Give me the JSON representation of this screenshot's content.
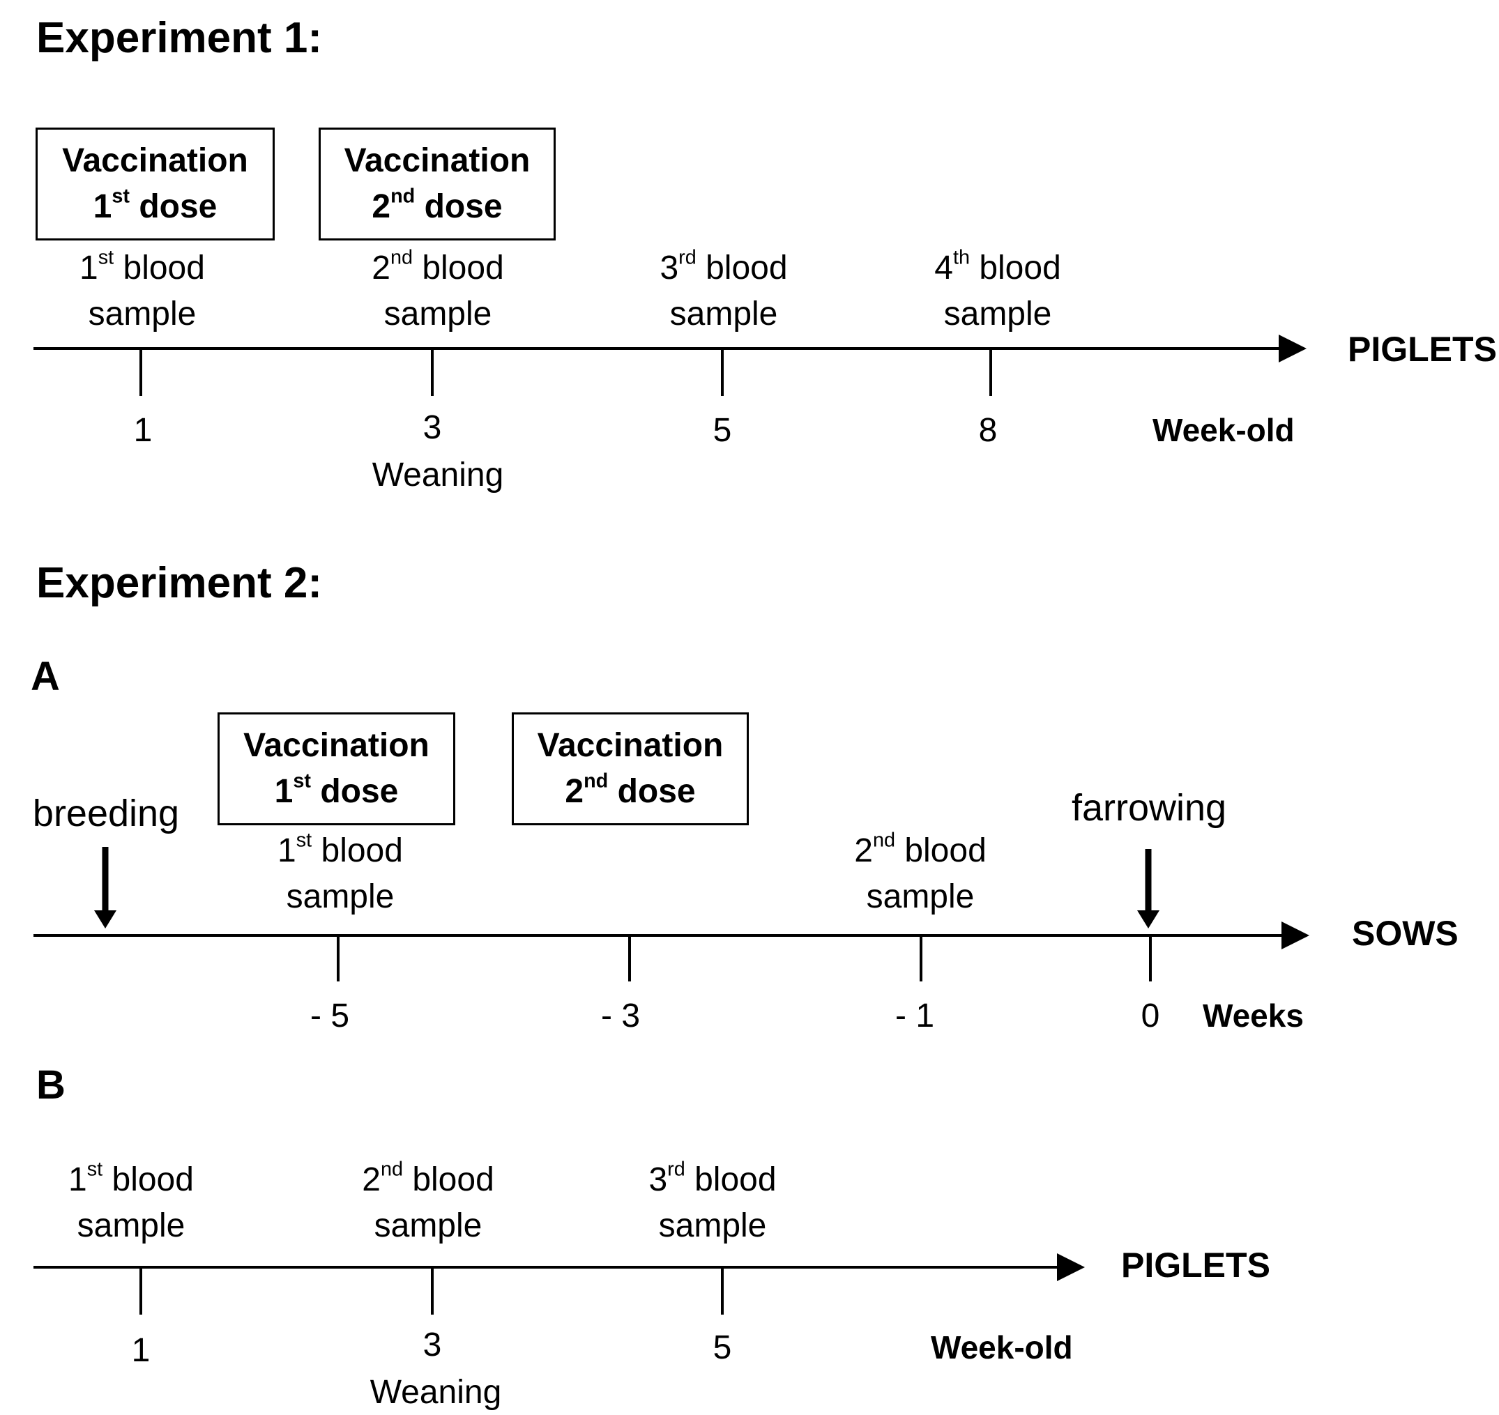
{
  "experiment1": {
    "heading": "Experiment 1:",
    "boxes": [
      {
        "line1": "Vaccination",
        "ordinal": "1",
        "suffix": "st",
        "word": "dose"
      },
      {
        "line1": "Vaccination",
        "ordinal": "2",
        "suffix": "nd",
        "word": "dose"
      }
    ],
    "samples": [
      {
        "ordinal": "1",
        "suffix": "st",
        "word": "blood",
        "line2": "sample"
      },
      {
        "ordinal": "2",
        "suffix": "nd",
        "word": "blood",
        "line2": "sample"
      },
      {
        "ordinal": "3",
        "suffix": "rd",
        "word": "blood",
        "line2": "sample"
      },
      {
        "ordinal": "4",
        "suffix": "th",
        "word": "blood",
        "line2": "sample"
      }
    ],
    "axis_name": "PIGLETS",
    "ticks": [
      "1",
      "3",
      "5",
      "8"
    ],
    "unit": "Week-old",
    "note": "Weaning"
  },
  "experiment2": {
    "heading": "Experiment 2:",
    "panel_a": {
      "letter": "A",
      "boxes": [
        {
          "line1": "Vaccination",
          "ordinal": "1",
          "suffix": "st",
          "word": "dose"
        },
        {
          "line1": "Vaccination",
          "ordinal": "2",
          "suffix": "nd",
          "word": "dose"
        }
      ],
      "samples": [
        {
          "ordinal": "1",
          "suffix": "st",
          "word": "blood",
          "line2": "sample"
        },
        {
          "ordinal": "2",
          "suffix": "nd",
          "word": "blood",
          "line2": "sample"
        }
      ],
      "breeding": "breeding",
      "farrowing": "farrowing",
      "axis_name": "SOWS",
      "ticks": [
        "- 5",
        "- 3",
        "- 1",
        "0"
      ],
      "unit": "Weeks"
    },
    "panel_b": {
      "letter": "B",
      "samples": [
        {
          "ordinal": "1",
          "suffix": "st",
          "word": "blood",
          "line2": "sample"
        },
        {
          "ordinal": "2",
          "suffix": "nd",
          "word": "blood",
          "line2": "sample"
        },
        {
          "ordinal": "3",
          "suffix": "rd",
          "word": "blood",
          "line2": "sample"
        }
      ],
      "axis_name": "PIGLETS",
      "ticks": [
        "1",
        "3",
        "5"
      ],
      "unit": "Week-old",
      "note": "Weaning"
    }
  }
}
